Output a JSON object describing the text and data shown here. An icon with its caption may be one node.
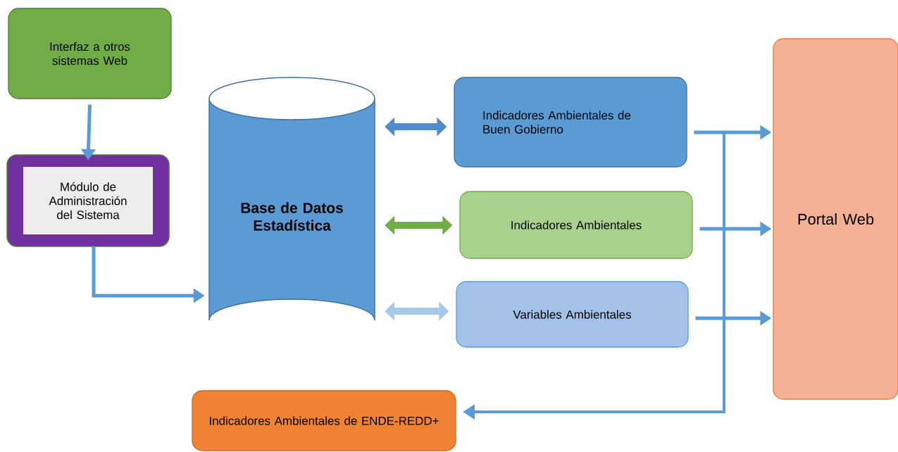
{
  "diagram": {
    "nodes": [
      {
        "text": [
          "Interfaz a otros sistemas Web"
        ]
      },
      {
        "text": [
          "Módulo de Administración del Sistema"
        ]
      },
      {
        "text": [
          "Base de Datos Estadística"
        ]
      },
      {
        "text": [
          "Indicadores Ambientales de Buen Gobierno"
        ]
      },
      {
        "text": [
          "Indicadores Ambientales"
        ]
      },
      {
        "text": [
          "Variables Ambientales"
        ]
      },
      {
        "text": [
          "Portal Web"
        ]
      },
      {
        "text": [
          "Indicadores Ambientales de ENDE-REDD+"
        ]
      }
    ],
    "edges": [
      {
        "from": 0,
        "to": 1,
        "arrow": "to"
      },
      {
        "from": 1,
        "to": 2,
        "arrow": "to"
      },
      {
        "from": 2,
        "to": 3,
        "arrow": "both",
        "style": "thick",
        "color": "#4f8cc9"
      },
      {
        "from": 2,
        "to": 4,
        "arrow": "both",
        "style": "thick",
        "color": "#70ad47"
      },
      {
        "from": 2,
        "to": 5,
        "arrow": "both",
        "style": "thick",
        "color": "#a8c8ea"
      },
      {
        "from": 3,
        "to": 6,
        "arrow": "to"
      },
      {
        "from": 4,
        "to": 6,
        "arrow": "to"
      },
      {
        "from": 5,
        "to": 6,
        "arrow": "to"
      },
      {
        "from": 3,
        "to": 7,
        "arrow": "to"
      },
      {
        "from": 4,
        "to": 7,
        "arrow": "to"
      },
      {
        "from": 5,
        "to": 7,
        "arrow": "to"
      }
    ]
  }
}
